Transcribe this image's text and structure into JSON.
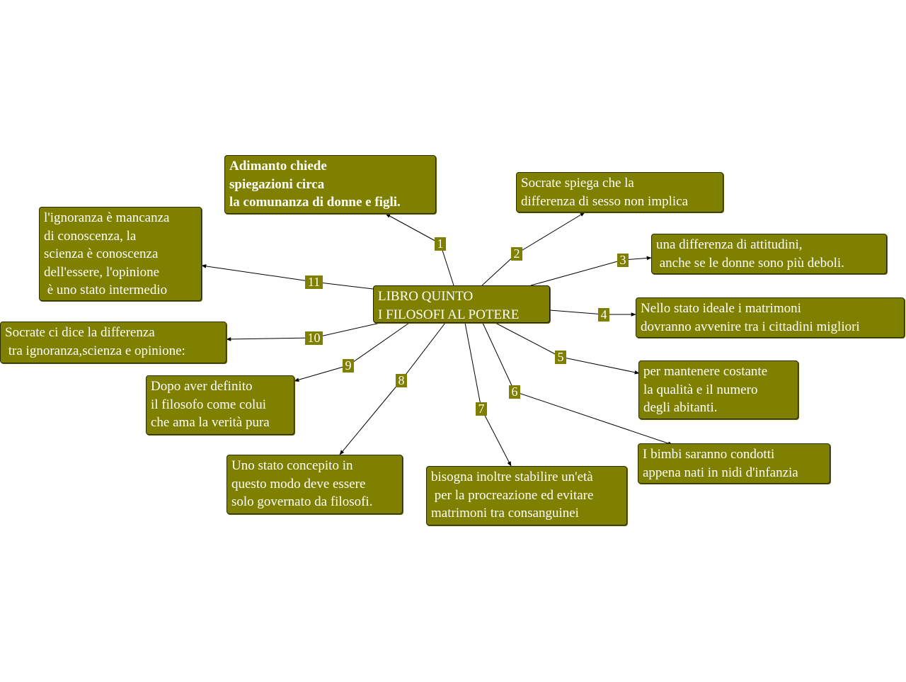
{
  "center": {
    "text": "LIBRO QUINTO\nI FILOSOFI AL POTERE"
  },
  "nodes": [
    {
      "id": "n1",
      "text": "Adimanto chiede\nspiegazioni circa\nla comunanza di donne e figli.",
      "bold": true
    },
    {
      "id": "n2",
      "text": "Socrate spiega che la\ndifferenza di sesso non implica"
    },
    {
      "id": "n3",
      "text": "una differenza di attitudini,\n anche se le donne sono più deboli."
    },
    {
      "id": "n4",
      "text": "Nello stato ideale i matrimoni\ndovranno avvenire tra i cittadini migliori"
    },
    {
      "id": "n5",
      "text": "per mantenere costante\nla qualità e il numero\ndegli abitanti."
    },
    {
      "id": "n6",
      "text": "I bimbi saranno condotti\nappena nati in nidi d'infanzia"
    },
    {
      "id": "n7",
      "text": "bisogna inoltre stabilire un'età\n per la procreazione ed evitare\nmatrimoni tra consanguinei"
    },
    {
      "id": "n8",
      "text": "Uno stato concepito in\nquesto modo deve essere\nsolo governato da filosofi."
    },
    {
      "id": "n9",
      "text": "Dopo aver definito\nil filosofo come colui\nche ama la verità pura"
    },
    {
      "id": "n10",
      "text": "Socrate ci dice la differenza\n tra ignoranza,scienza e opinione:"
    },
    {
      "id": "n11",
      "text": "l'ignoranza è mancanza\ndi conoscenza, la\nscienza è conoscenza\ndell'essere, l'opinione\n è uno stato intermedio"
    }
  ],
  "links": [
    {
      "label": "1",
      "to": "n1"
    },
    {
      "label": "2",
      "to": "n2"
    },
    {
      "label": "3",
      "to": "n3"
    },
    {
      "label": "4",
      "to": "n4"
    },
    {
      "label": "5",
      "to": "n5"
    },
    {
      "label": "6",
      "to": "n6"
    },
    {
      "label": "7",
      "to": "n7"
    },
    {
      "label": "8",
      "to": "n8"
    },
    {
      "label": "9",
      "to": "n9"
    },
    {
      "label": "10",
      "to": "n10"
    },
    {
      "label": "11",
      "to": "n11"
    }
  ],
  "colors": {
    "node_fill": "#7f7f00",
    "node_text": "#ffffff",
    "edge": "#000000"
  }
}
